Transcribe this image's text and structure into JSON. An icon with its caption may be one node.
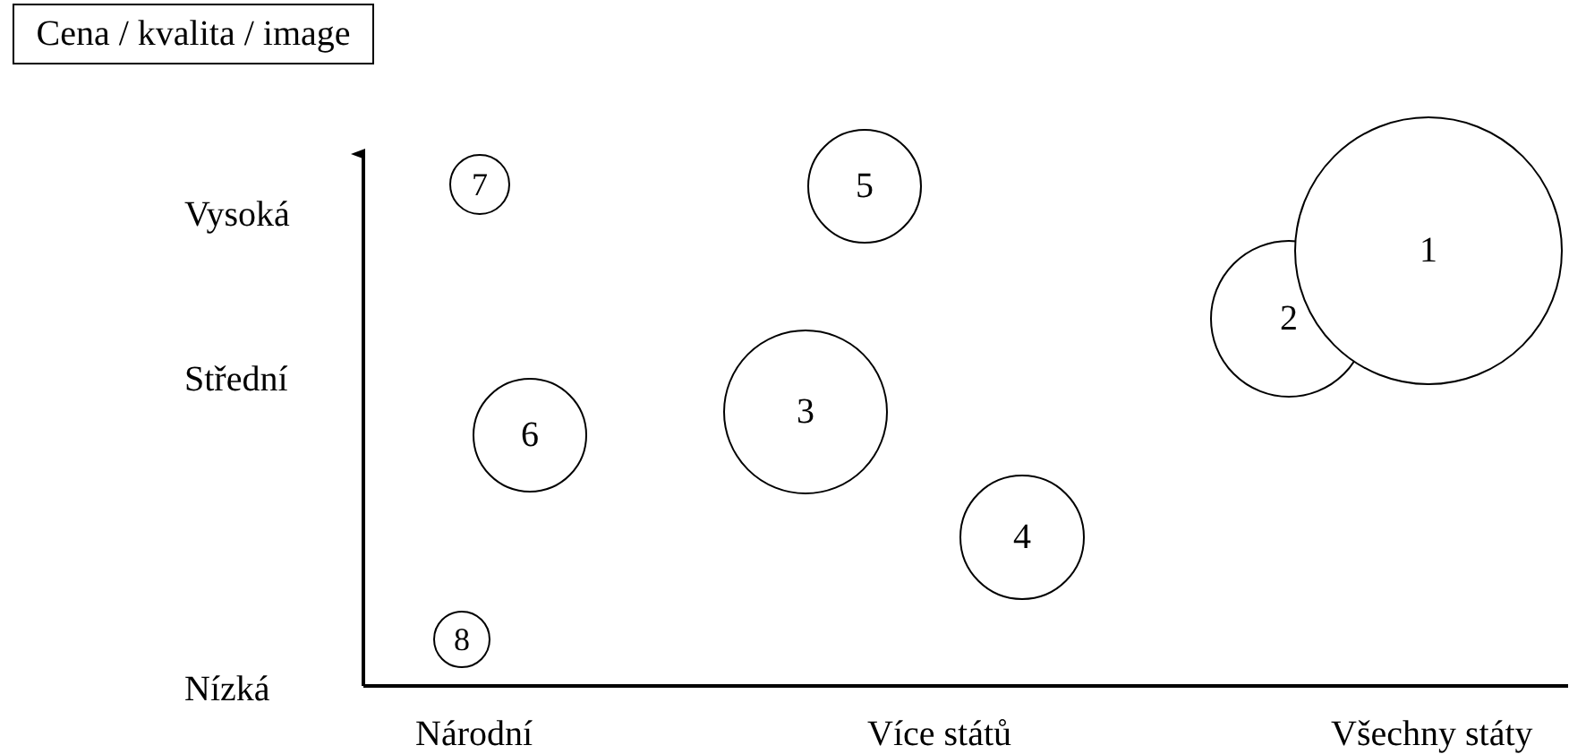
{
  "diagram": {
    "nodes": [
      {
        "text": [
          "Cena / kvalita / image"
        ]
      },
      {
        "text": [
          "7"
        ]
      },
      {
        "text": [
          "5"
        ]
      },
      {
        "text": [
          "1"
        ]
      },
      {
        "text": [
          "2"
        ]
      },
      {
        "text": [
          "3"
        ]
      },
      {
        "text": [
          "6"
        ]
      },
      {
        "text": [
          "4"
        ]
      },
      {
        "text": [
          "8"
        ]
      }
    ],
    "edges": [],
    "labels": [
      "Vysoká",
      "Střední",
      "Nízká",
      "Národní",
      "Více států",
      "Všechny státy"
    ]
  }
}
